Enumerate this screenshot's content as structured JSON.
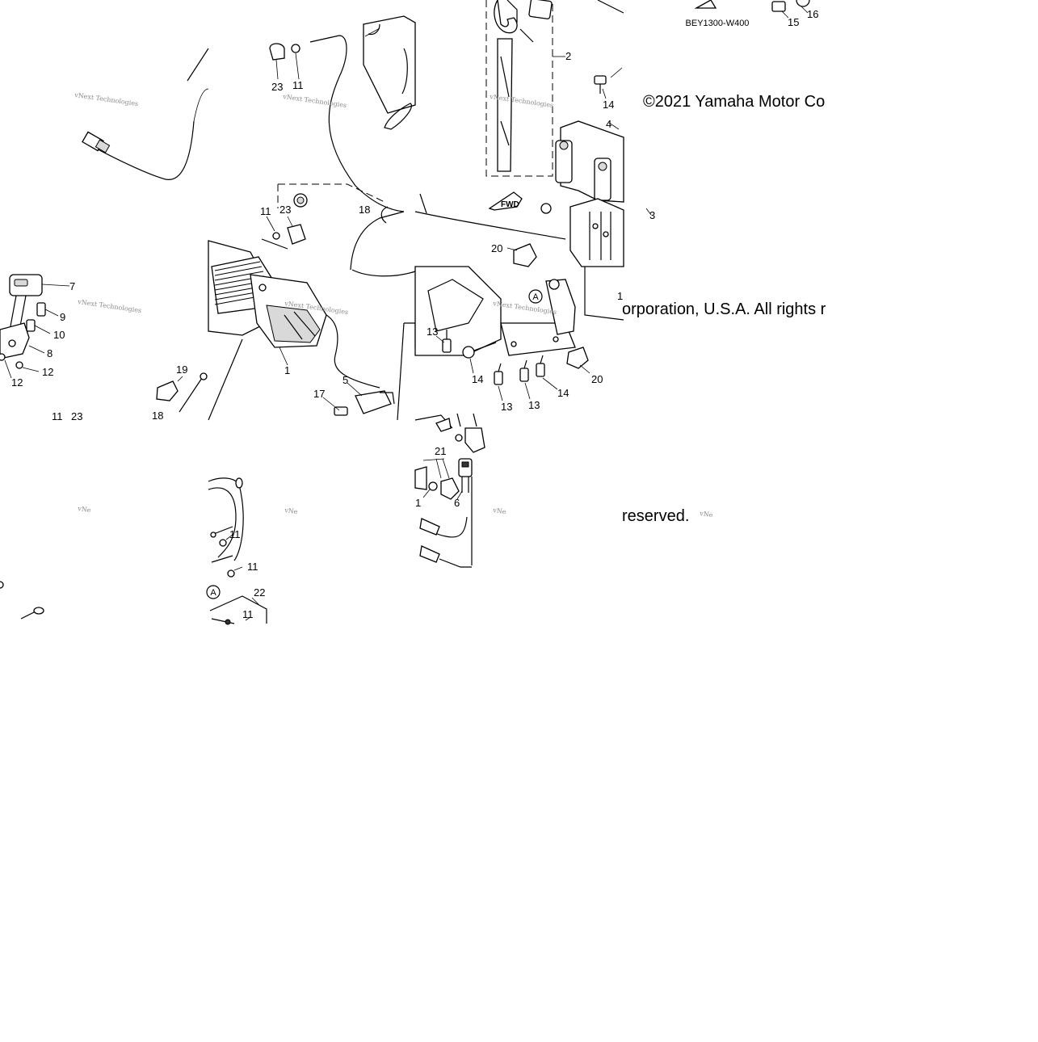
{
  "diagram_code": "BEY1300-W400",
  "copyright_fragments": [
    "©2021 Yamaha Motor Co",
    "orporation, U.S.A. All rights r",
    "reserved."
  ],
  "watermark_text": "vNext Technologies",
  "watermark_partial": "vNe",
  "fwd_label": "FWD",
  "ref_marker": "A",
  "callouts": [
    "1",
    "2",
    "3",
    "4",
    "5",
    "6",
    "7",
    "8",
    "9",
    "10",
    "11",
    "12",
    "13",
    "14",
    "15",
    "16",
    "17",
    "18",
    "19",
    "20",
    "21",
    "22",
    "23"
  ]
}
